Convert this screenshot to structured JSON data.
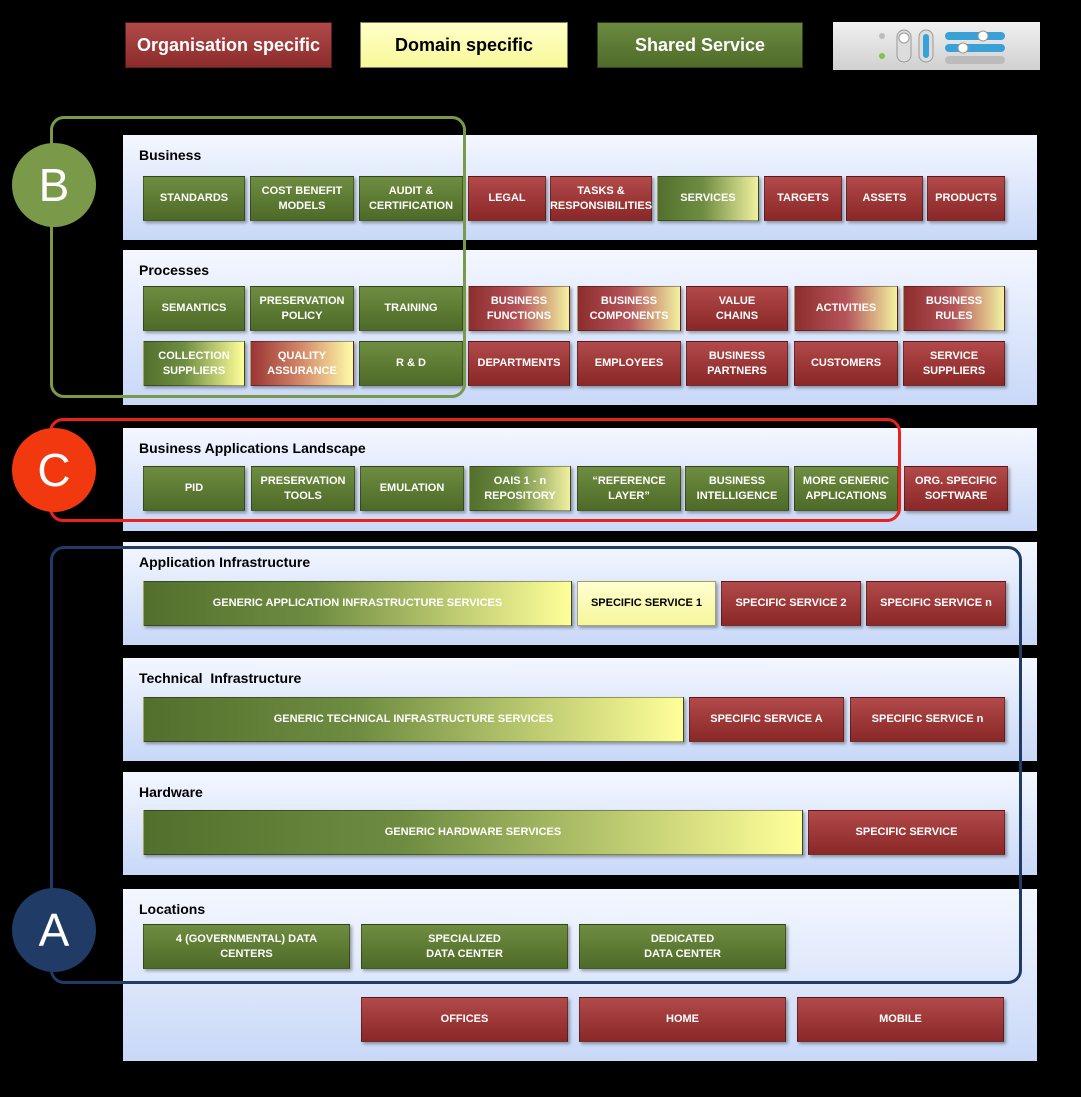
{
  "legend": {
    "organisation_specific": "Organisation specific",
    "domain_specific": "Domain specific",
    "shared_service": "Shared Service"
  },
  "colors": {
    "organisation_specific": "#9e3a3a",
    "domain_specific": "#fbfbb0",
    "shared_service": "#5d7a33",
    "frame_b": "#7a9a4a",
    "frame_c": "#e8231d",
    "frame_a": "#1f3b66"
  },
  "markers": {
    "b": "B",
    "c": "C",
    "a": "A"
  },
  "layers": {
    "business": {
      "title": "Business",
      "items": [
        "STANDARDS",
        "COST BENEFIT\nMODELS",
        "AUDIT &\nCERTIFICATION",
        "LEGAL",
        "TASKS &\nRESPONSIBILITIES",
        "SERVICES",
        "TARGETS",
        "ASSETS",
        "PRODUCTS"
      ]
    },
    "processes": {
      "title": "Processes",
      "row1": [
        "SEMANTICS",
        "PRESERVATION\nPOLICY",
        "TRAINING",
        "BUSINESS\nFUNCTIONS",
        "BUSINESS\nCOMPONENTS",
        "VALUE\nCHAINS",
        "ACTIVITIES",
        "BUSINESS\nRULES"
      ],
      "row2": [
        "COLLECTION\nSUPPLIERS",
        "QUALITY\nASSURANCE",
        "R & D",
        "DEPARTMENTS",
        "EMPLOYEES",
        "BUSINESS\nPARTNERS",
        "CUSTOMERS",
        "SERVICE\nSUPPLIERS"
      ]
    },
    "apps": {
      "title": "Business Applications Landscape",
      "items": [
        "PID",
        "PRESERVATION\nTOOLS",
        "EMULATION",
        "OAIS 1 - n\nREPOSITORY",
        "“REFERENCE\nLAYER”",
        "BUSINESS\nINTELLIGENCE",
        "MORE GENERIC\nAPPLICATIONS",
        "ORG. SPECIFIC\nSOFTWARE"
      ]
    },
    "app_infra": {
      "title": "Application Infrastructure",
      "items": [
        "GENERIC APPLICATION INFRASTRUCTURE SERVICES",
        "SPECIFIC SERVICE 1",
        "SPECIFIC SERVICE 2",
        "SPECIFIC SERVICE n"
      ]
    },
    "tech_infra": {
      "title": "Technical  Infrastructure",
      "items": [
        "GENERIC TECHNICAL INFRASTRUCTURE SERVICES",
        "SPECIFIC SERVICE A",
        "SPECIFIC SERVICE n"
      ]
    },
    "hardware": {
      "title": "Hardware",
      "items": [
        "GENERIC HARDWARE SERVICES",
        "SPECIFIC SERVICE"
      ]
    },
    "locations": {
      "title": "Locations",
      "row1": [
        "4 (GOVERNMENTAL) DATA\nCENTERS",
        "SPECIALIZED\nDATA CENTER",
        "DEDICATED\nDATA CENTER"
      ],
      "row2": [
        "OFFICES",
        "HOME",
        "MOBILE"
      ]
    }
  }
}
